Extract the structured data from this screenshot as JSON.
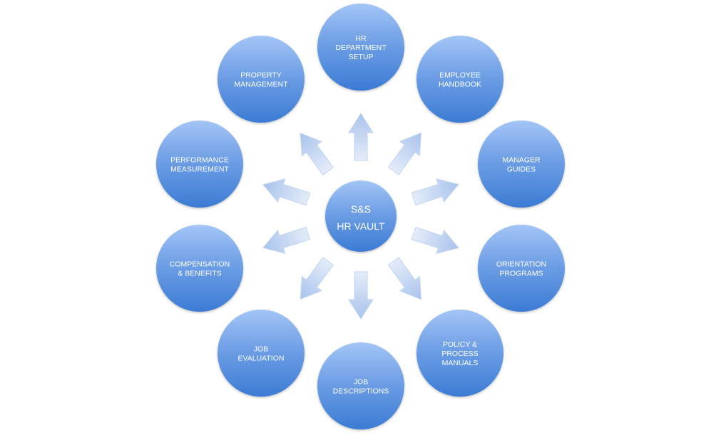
{
  "center": {
    "lines": [
      "S&S",
      "HR VAULT"
    ]
  },
  "nodes": [
    {
      "id": "hr-department-setup",
      "lines": [
        "HR",
        "DEPARTMENT",
        "SETUP"
      ]
    },
    {
      "id": "employee-handbook",
      "lines": [
        "EMPLOYEE",
        "HANDBOOK"
      ]
    },
    {
      "id": "manager-guides",
      "lines": [
        "MANAGER",
        "GUIDES"
      ]
    },
    {
      "id": "orientation-programs",
      "lines": [
        "ORIENTATION",
        "PROGRAMS"
      ]
    },
    {
      "id": "policy-process-manuals",
      "lines": [
        "POLICY &",
        "PROCESS",
        "MANUALS"
      ]
    },
    {
      "id": "job-descriptions",
      "lines": [
        "JOB",
        "DESCRIPTIONS"
      ]
    },
    {
      "id": "job-evaluation",
      "lines": [
        "JOB",
        "EVALUATION"
      ]
    },
    {
      "id": "compensation-benefits",
      "lines": [
        "COMPENSATION",
        "& BENEFITS"
      ]
    },
    {
      "id": "performance-measurement",
      "lines": [
        "PERFORMANCE",
        "MEASUREMENT"
      ]
    },
    {
      "id": "property-management",
      "lines": [
        "PROPERTY",
        "MANAGEMENT"
      ]
    }
  ],
  "colors": {
    "node_top": "#9dc1f5",
    "node_bottom": "#3f7fd6",
    "arrow_light": "#dce7f7",
    "arrow_dark": "#adc6ec"
  }
}
